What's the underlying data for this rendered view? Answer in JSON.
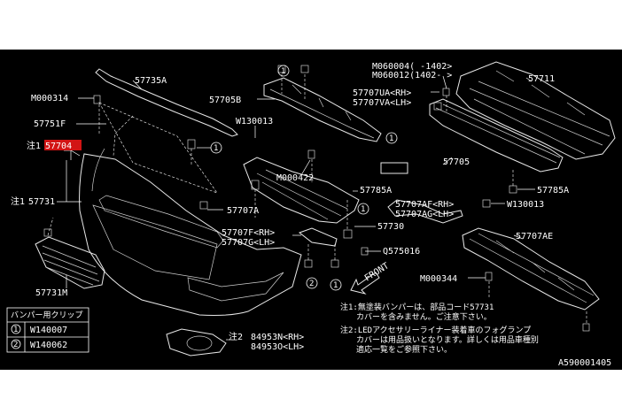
{
  "parts": {
    "p57735a": "57735A",
    "m000314": "M000314",
    "p57751f": "57751F",
    "note1_57704_prefix": "注1",
    "p57704": "57704",
    "note1_57731_prefix": "注1",
    "p57731": "57731",
    "p57731m": "57731M",
    "p57705b": "57705B",
    "w130013_a": "W130013",
    "m000422": "M000422",
    "p57707a": "57707A",
    "p57707f": "57707F<RH>",
    "p57707g": "57707G<LH>",
    "p57730": "57730",
    "q575016": "Q575016",
    "m060004": "M060004(  -1402>",
    "m060012": "M060012(1402-  >",
    "p57711": "57711",
    "p57707ua": "57707UA<RH>",
    "p57707va": "57707VA<LH>",
    "p57705": "57705",
    "p57785a_a": "57785A",
    "p57785a_b": "57785A",
    "p57707af": "57707AF<RH>",
    "p57707ag": "57707AG<LH>",
    "w130013_b": "W130013",
    "p57707ae": "57707AE",
    "m000344": "M000344",
    "note2_prefix": "注2",
    "p84953n": "84953N<RH>",
    "p84953o": "84953O<LH>",
    "front": "FRONT"
  },
  "circles": {
    "one": "1",
    "two": "2"
  },
  "clip_table": {
    "header": "バンパー用クリップ",
    "rows": [
      {
        "num": "1",
        "code": "W140007"
      },
      {
        "num": "2",
        "code": "W140062"
      }
    ]
  },
  "notes": {
    "note1_line1": "注1:無塗装バンパーは、部品コード57731",
    "note1_line2": "カバーを含みません。ご注意下さい。",
    "note2_line1": "注2:LEDアクセサリーライナー装着車のフォグランプ",
    "note2_line2": "カバーは用品扱いとなります。詳しくは用品車種別",
    "note2_line3": "適応一覧をご参照下さい。"
  },
  "figure_id": "A590001405",
  "colors": {
    "background": "#000000",
    "line": "#ffffff",
    "highlight": "#d21414"
  }
}
